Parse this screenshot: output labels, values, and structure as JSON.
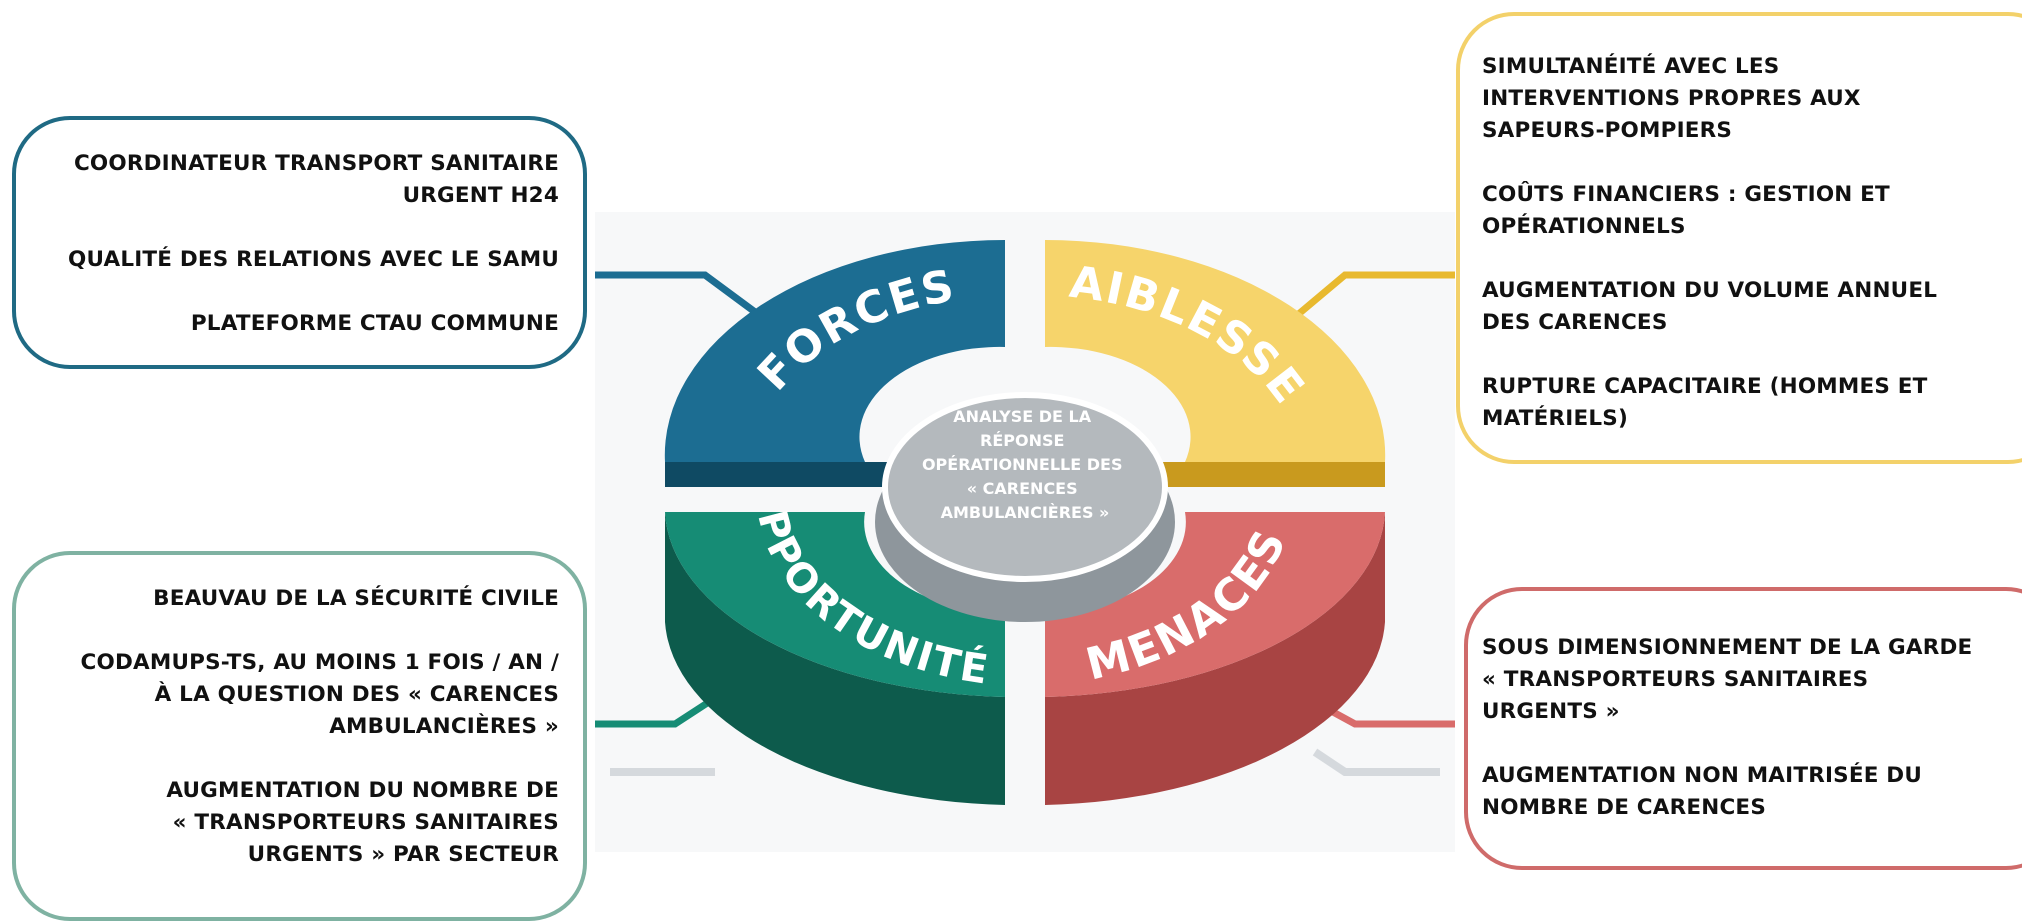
{
  "diagram": {
    "center_label": [
      "ANALYSE DE LA",
      "RÉPONSE",
      "OPÉRATIONNELLE DES",
      "« CARENCES",
      "AMBULANCIÈRES »"
    ],
    "quadrants": {
      "forces": {
        "label": "FORCES",
        "color": "#1c6d92"
      },
      "faiblesses": {
        "label": "FAIBLESSES",
        "color": "#f6d46b"
      },
      "opportunites": {
        "label": "OPPORTUNITÉS",
        "color": "#168c75"
      },
      "menaces": {
        "label": "MENACES",
        "color": "#d96c6b"
      }
    }
  },
  "panels": {
    "forces": {
      "border_color": "#1f6a84",
      "items": [
        "COORDINATEUR TRANSPORT SANITAIRE\nURGENT H24",
        "QUALITÉ DES RELATIONS AVEC LE SAMU",
        "PLATEFORME CTAU COMMUNE"
      ]
    },
    "opportunites": {
      "border_color": "#7fb2a2",
      "items": [
        "BEAUVAU DE LA SÉCURITÉ CIVILE",
        "CODAMUPS-TS, AU MOINS 1 FOIS / AN /\nÀ LA QUESTION DES « CARENCES\nAMBULANCIÈRES »",
        "AUGMENTATION DU NOMBRE DE\n« TRANSPORTEURS SANITAIRES\nURGENTS » PAR SECTEUR"
      ]
    },
    "faiblesses": {
      "border_color": "#f3d16a",
      "items": [
        "SIMULTANÉITÉ AVEC LES\nINTERVENTIONS PROPRES AUX\nSAPEURS-POMPIERS",
        "COÛTS FINANCIERS : GESTION ET\nOPÉRATIONNELS",
        "AUGMENTATION DU VOLUME ANNUEL\nDES CARENCES",
        "RUPTURE CAPACITAIRE (HOMMES ET\nMATÉRIELS)"
      ]
    },
    "menaces": {
      "border_color": "#cf6b6a",
      "items": [
        "SOUS DIMENSIONNEMENT DE LA GARDE\n« TRANSPORTEURS SANITAIRES\nURGENTS »",
        "AUGMENTATION NON MAITRISÉE DU\nNOMBRE DE CARENCES"
      ]
    }
  }
}
